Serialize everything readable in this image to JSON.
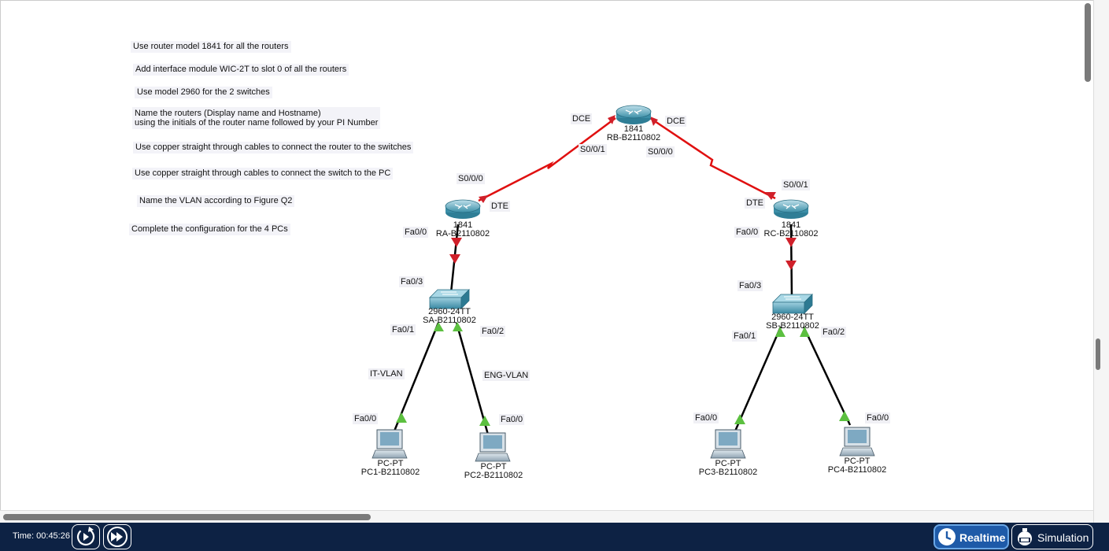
{
  "notes": [
    "Use router model 1841 for all the routers",
    "Add interface module WIC-2T to slot 0 of all the routers",
    "Use model 2960 for the 2 switches",
    "Name the routers (Display name and Hostname)",
    "using the initials of the router name followed by your PI Number",
    "Use copper straight through cables to connect the router to the switches",
    "Use copper straight through cables to connect the switch to the PC",
    "Name the VLAN according to Figure Q2",
    "Complete the configuration for the 4 PCs"
  ],
  "devices": {
    "rb": {
      "model": "1841",
      "name": "RB-B2110802"
    },
    "ra": {
      "model": "1841",
      "name": "RA-B2110802"
    },
    "rc": {
      "model": "1841",
      "name": "RC-B2110802"
    },
    "sa": {
      "model": "2960-24TT",
      "name": "SA-B2110802"
    },
    "sb": {
      "model": "2960-24TT",
      "name": "SB-B2110802"
    },
    "pc1": {
      "model": "PC-PT",
      "name": "PC1-B2110802"
    },
    "pc2": {
      "model": "PC-PT",
      "name": "PC2-B2110802"
    },
    "pc3": {
      "model": "PC-PT",
      "name": "PC3-B2110802"
    },
    "pc4": {
      "model": "PC-PT",
      "name": "PC4-B2110802"
    }
  },
  "labels": {
    "dce_left": "DCE",
    "dce_right": "DCE",
    "rb_s001": "S0/0/1",
    "rb_s000": "S0/0/0",
    "ra_s000": "S0/0/0",
    "ra_dte": "DTE",
    "rc_s001": "S0/0/1",
    "rc_dte": "DTE",
    "ra_fa00": "Fa0/0",
    "rc_fa00": "Fa0/0",
    "sa_fa03": "Fa0/3",
    "sb_fa03": "Fa0/3",
    "sa_fa01": "Fa0/1",
    "sa_fa02": "Fa0/2",
    "sb_fa01": "Fa0/1",
    "sb_fa02": "Fa0/2",
    "it_vlan": "IT-VLAN",
    "eng_vlan": "ENG-VLAN",
    "pc1_fa00": "Fa0/0",
    "pc2_fa00": "Fa0/0",
    "pc3_fa00": "Fa0/0",
    "pc4_fa00": "Fa0/0"
  },
  "bottom": {
    "time": "Time: 00:45:26",
    "realtime": "Realtime",
    "simulation": "Simulation"
  },
  "colors": {
    "serial_link": "#e01010",
    "ethernet_link": "#000000",
    "link_down": "#d0202a",
    "link_up": "#5cc040",
    "bottom_bar": "#0d2244",
    "realtime_active": "#1e5aa8"
  }
}
